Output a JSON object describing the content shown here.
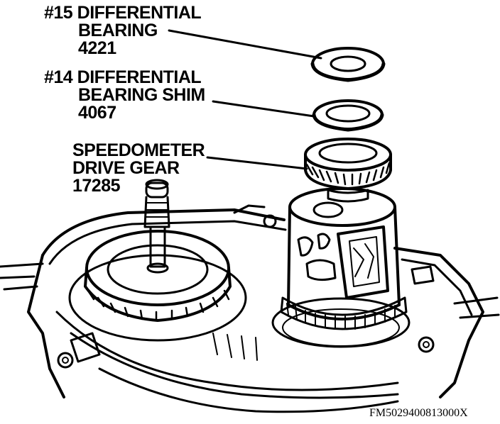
{
  "callouts": [
    {
      "id": "differential-bearing",
      "line1": "#15 DIFFERENTIAL",
      "line2": "BEARING",
      "line3": "4221"
    },
    {
      "id": "differential-bearing-shim",
      "line1": "#14 DIFFERENTIAL",
      "line2": "BEARING SHIM",
      "line3": "4067"
    },
    {
      "id": "speedometer-drive-gear",
      "line1": "SPEEDOMETER",
      "line2": "DRIVE GEAR",
      "line3": "17285"
    }
  ],
  "figure_id": "FM5029400813000X",
  "colors": {
    "ink": "#000000",
    "paper": "#ffffff"
  }
}
